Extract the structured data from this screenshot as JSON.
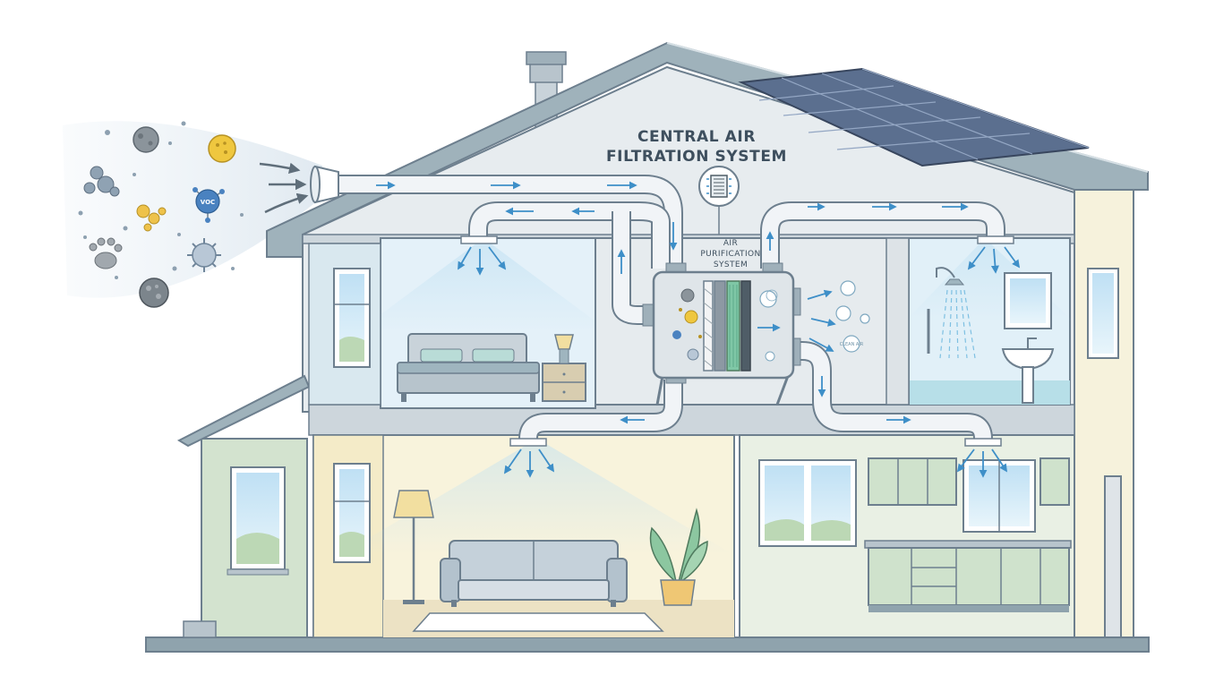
{
  "title_lines": [
    "CENTRAL AIR",
    "FILTRATION SYSTEM"
  ],
  "unit_label_lines": [
    "AIR",
    "PURIFICATION",
    "SYSTEM"
  ],
  "pollutant_badge": "VOC",
  "clean_air_badge": "CLEAN AIR",
  "colors": {
    "roof": "#9fb2bb",
    "wall_outline": "#6d7f8e",
    "house_fill": "#e9edf0",
    "left_annex": "#cfe0cc",
    "bedroom": "#e4f1f9",
    "living_room": "#f8f3dc",
    "bathroom": "#e1f0f8",
    "kitchen": "#e8f0e4",
    "flow_arrow": "#3e8fc8",
    "filter_green": "#7fc7a6",
    "solar_panel": "#5b6f8f"
  }
}
